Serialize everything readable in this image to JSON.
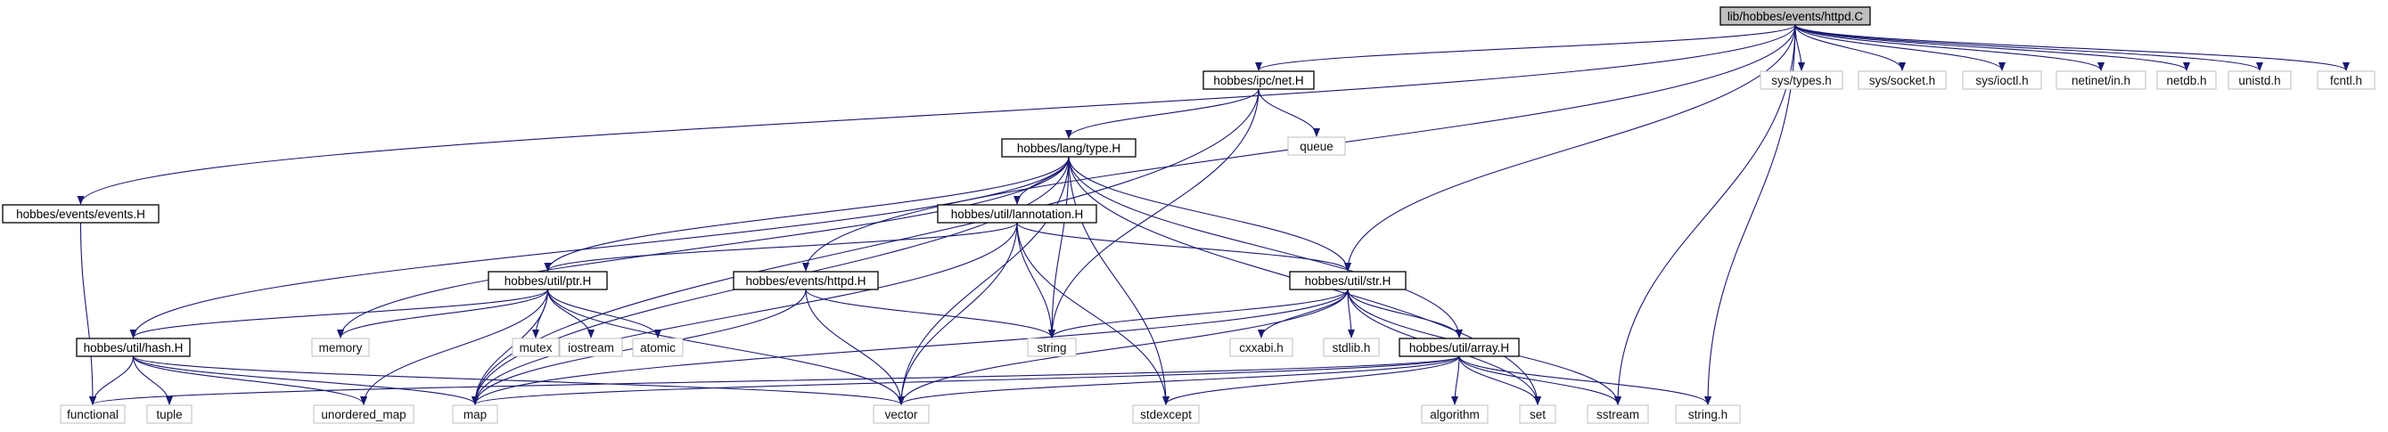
{
  "colors": {
    "edge": "#191970",
    "focus_fill": "#bfbfbf",
    "node_border": "#000000",
    "leaf_border": "#bfbfbf",
    "text": "#000000"
  },
  "nodes": [
    {
      "id": "httpd_C",
      "label": "lib/hobbes/events/httpd.C",
      "kind": "focus"
    },
    {
      "id": "ipc_net",
      "label": "hobbes/ipc/net.H",
      "kind": "file"
    },
    {
      "id": "types_h",
      "label": "sys/types.h",
      "kind": "leaf"
    },
    {
      "id": "socket_h",
      "label": "sys/socket.h",
      "kind": "leaf"
    },
    {
      "id": "ioctl_h",
      "label": "sys/ioctl.h",
      "kind": "leaf"
    },
    {
      "id": "in_h",
      "label": "netinet/in.h",
      "kind": "leaf"
    },
    {
      "id": "netdb_h",
      "label": "netdb.h",
      "kind": "leaf"
    },
    {
      "id": "unistd_h",
      "label": "unistd.h",
      "kind": "leaf"
    },
    {
      "id": "fcntl_h",
      "label": "fcntl.h",
      "kind": "leaf"
    },
    {
      "id": "queue",
      "label": "queue",
      "kind": "leaf"
    },
    {
      "id": "lang_type",
      "label": "hobbes/lang/type.H",
      "kind": "file"
    },
    {
      "id": "events_H",
      "label": "hobbes/events/events.H",
      "kind": "file"
    },
    {
      "id": "annotation",
      "label": "hobbes/util/lannotation.H",
      "kind": "file"
    },
    {
      "id": "ptr_H",
      "label": "hobbes/util/ptr.H",
      "kind": "file"
    },
    {
      "id": "httpd_H",
      "label": "hobbes/events/httpd.H",
      "kind": "file"
    },
    {
      "id": "str_H",
      "label": "hobbes/util/str.H",
      "kind": "file"
    },
    {
      "id": "hash_H",
      "label": "hobbes/util/hash.H",
      "kind": "file"
    },
    {
      "id": "array_H",
      "label": "hobbes/util/array.H",
      "kind": "file"
    },
    {
      "id": "memory",
      "label": "memory",
      "kind": "leaf"
    },
    {
      "id": "mutex",
      "label": "mutex",
      "kind": "leaf"
    },
    {
      "id": "iostream",
      "label": "iostream",
      "kind": "leaf"
    },
    {
      "id": "atomic",
      "label": "atomic",
      "kind": "leaf"
    },
    {
      "id": "string",
      "label": "string",
      "kind": "leaf"
    },
    {
      "id": "cxxabi_h",
      "label": "cxxabi.h",
      "kind": "leaf"
    },
    {
      "id": "stdlib_h",
      "label": "stdlib.h",
      "kind": "leaf"
    },
    {
      "id": "functional",
      "label": "functional",
      "kind": "leaf"
    },
    {
      "id": "tuple",
      "label": "tuple",
      "kind": "leaf"
    },
    {
      "id": "unordered_map",
      "label": "unordered_map",
      "kind": "leaf"
    },
    {
      "id": "map",
      "label": "map",
      "kind": "leaf"
    },
    {
      "id": "vector",
      "label": "vector",
      "kind": "leaf"
    },
    {
      "id": "stdexcept",
      "label": "stdexcept",
      "kind": "leaf"
    },
    {
      "id": "algorithm",
      "label": "algorithm",
      "kind": "leaf"
    },
    {
      "id": "set",
      "label": "set",
      "kind": "leaf"
    },
    {
      "id": "sstream",
      "label": "sstream",
      "kind": "leaf"
    },
    {
      "id": "string_h",
      "label": "string.h",
      "kind": "leaf"
    }
  ],
  "edges": [
    [
      "httpd_C",
      "ipc_net"
    ],
    [
      "httpd_C",
      "types_h"
    ],
    [
      "httpd_C",
      "socket_h"
    ],
    [
      "httpd_C",
      "ioctl_h"
    ],
    [
      "httpd_C",
      "in_h"
    ],
    [
      "httpd_C",
      "netdb_h"
    ],
    [
      "httpd_C",
      "unistd_h"
    ],
    [
      "httpd_C",
      "fcntl_h"
    ],
    [
      "httpd_C",
      "events_H"
    ],
    [
      "httpd_C",
      "httpd_H"
    ],
    [
      "httpd_C",
      "str_H"
    ],
    [
      "httpd_C",
      "sstream"
    ],
    [
      "httpd_C",
      "string_h"
    ],
    [
      "ipc_net",
      "lang_type"
    ],
    [
      "ipc_net",
      "queue"
    ],
    [
      "ipc_net",
      "map"
    ],
    [
      "ipc_net",
      "string"
    ],
    [
      "lang_type",
      "annotation"
    ],
    [
      "lang_type",
      "ptr_H"
    ],
    [
      "lang_type",
      "str_H"
    ],
    [
      "lang_type",
      "hash_H"
    ],
    [
      "lang_type",
      "array_H"
    ],
    [
      "lang_type",
      "memory"
    ],
    [
      "lang_type",
      "string"
    ],
    [
      "lang_type",
      "vector"
    ],
    [
      "lang_type",
      "map"
    ],
    [
      "lang_type",
      "stdexcept"
    ],
    [
      "lang_type",
      "set"
    ],
    [
      "annotation",
      "ptr_H"
    ],
    [
      "annotation",
      "str_H"
    ],
    [
      "annotation",
      "string"
    ],
    [
      "annotation",
      "vector"
    ],
    [
      "annotation",
      "map"
    ],
    [
      "annotation",
      "stdexcept"
    ],
    [
      "ptr_H",
      "hash_H"
    ],
    [
      "ptr_H",
      "memory"
    ],
    [
      "ptr_H",
      "mutex"
    ],
    [
      "ptr_H",
      "iostream"
    ],
    [
      "ptr_H",
      "atomic"
    ],
    [
      "ptr_H",
      "unordered_map"
    ],
    [
      "ptr_H",
      "map"
    ],
    [
      "ptr_H",
      "vector"
    ],
    [
      "events_H",
      "functional"
    ],
    [
      "httpd_H",
      "string"
    ],
    [
      "httpd_H",
      "vector"
    ],
    [
      "httpd_H",
      "map"
    ],
    [
      "str_H",
      "string"
    ],
    [
      "str_H",
      "cxxabi_h"
    ],
    [
      "str_H",
      "stdlib_h"
    ],
    [
      "str_H",
      "array_H"
    ],
    [
      "str_H",
      "set"
    ],
    [
      "str_H",
      "sstream"
    ],
    [
      "str_H",
      "vector"
    ],
    [
      "str_H",
      "map"
    ],
    [
      "hash_H",
      "functional"
    ],
    [
      "hash_H",
      "tuple"
    ],
    [
      "hash_H",
      "unordered_map"
    ],
    [
      "hash_H",
      "map"
    ],
    [
      "hash_H",
      "vector"
    ],
    [
      "array_H",
      "functional"
    ],
    [
      "array_H",
      "map"
    ],
    [
      "array_H",
      "vector"
    ],
    [
      "array_H",
      "stdexcept"
    ],
    [
      "array_H",
      "algorithm"
    ],
    [
      "array_H",
      "set"
    ],
    [
      "array_H",
      "sstream"
    ],
    [
      "array_H",
      "string_h"
    ]
  ]
}
